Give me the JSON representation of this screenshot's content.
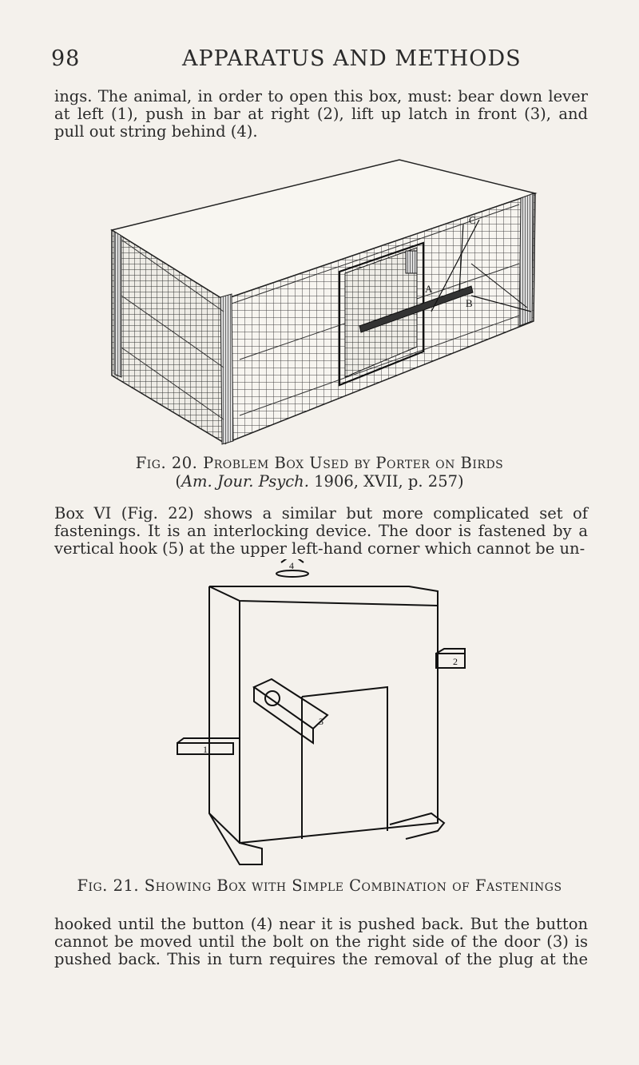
{
  "header": {
    "page_number": "98",
    "running_head": "APPARATUS AND METHODS"
  },
  "paragraph_1": [
    "ings. The animal, in order to open this box, must: bear down lever",
    "at left (1), push in bar at right (2), lift up latch in front (3), and",
    "pull out string behind (4)."
  ],
  "figure_20": {
    "labels": {
      "c": "C",
      "a": "A",
      "b": "B"
    },
    "caption_line1": "Fig. 20. Problem Box Used by Porter on Birds",
    "caption_line2_journal": "Am. Jour. Psych.",
    "caption_line2_rest": "1906, XVII, p. 257)"
  },
  "paragraph_2": [
    "Box VI (Fig. 22) shows a similar but more complicated set of",
    "fastenings. It is an interlocking device. The door is fastened by a",
    "vertical hook (5) at the upper left-hand corner which cannot be un-"
  ],
  "figure_21": {
    "labels": {
      "l1": "1",
      "l2": "2",
      "l3": "3",
      "l4": "4"
    },
    "caption": "Fig. 21. Showing Box with Simple Combination of Fastenings"
  },
  "paragraph_3": [
    "hooked until the button (4) near it is pushed back. But the button",
    "cannot be moved until the bolt on the right side of the door (3) is",
    "pushed back. This in turn requires the removal of the plug at the"
  ]
}
